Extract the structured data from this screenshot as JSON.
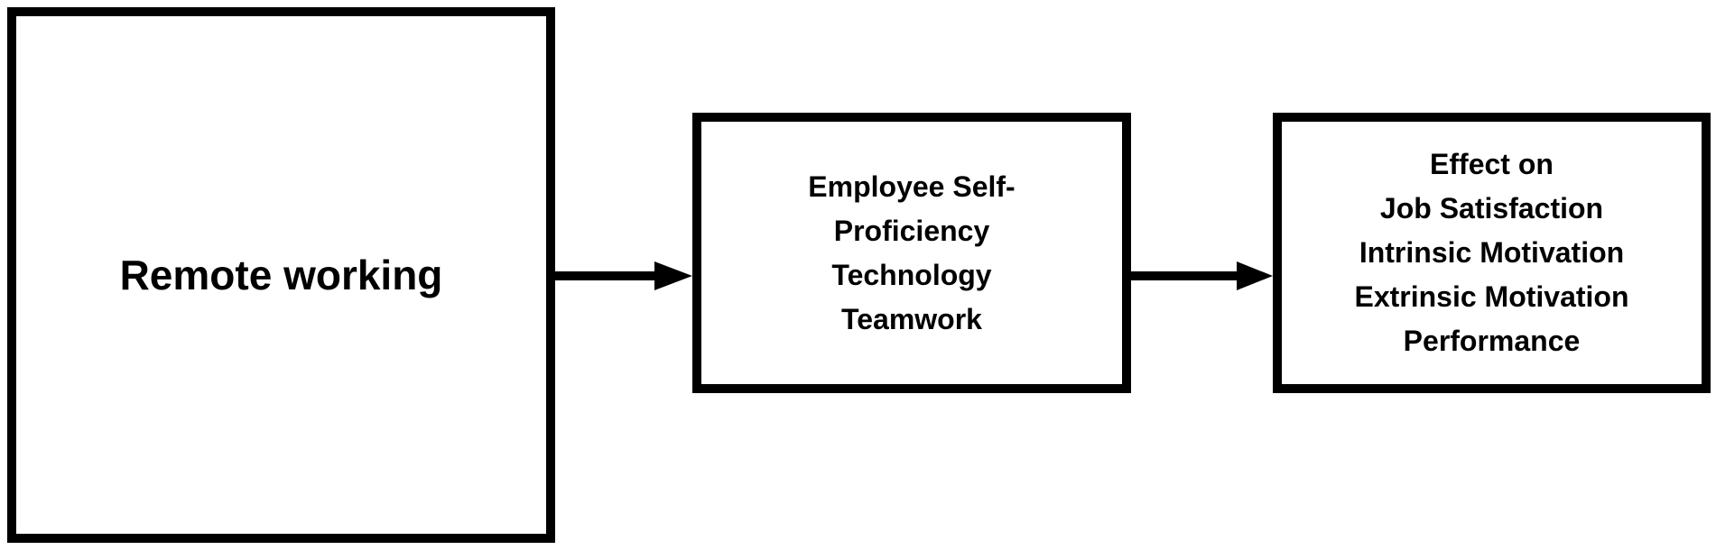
{
  "diagram": {
    "boxes": [
      {
        "id": "remote",
        "lines": [
          "Remote working"
        ]
      },
      {
        "id": "mediators",
        "lines": [
          "Employee Self-",
          "Proficiency",
          "Technology",
          "Teamwork"
        ]
      },
      {
        "id": "effects",
        "lines": [
          "Effect on",
          "Job Satisfaction",
          "Intrinsic Motivation",
          "Extrinsic Motivation",
          "Performance"
        ]
      }
    ],
    "arrows": [
      {
        "from": "remote",
        "to": "mediators"
      },
      {
        "from": "mediators",
        "to": "effects"
      }
    ],
    "colors": {
      "stroke": "#000000",
      "background": "#ffffff",
      "text": "#000000"
    }
  }
}
